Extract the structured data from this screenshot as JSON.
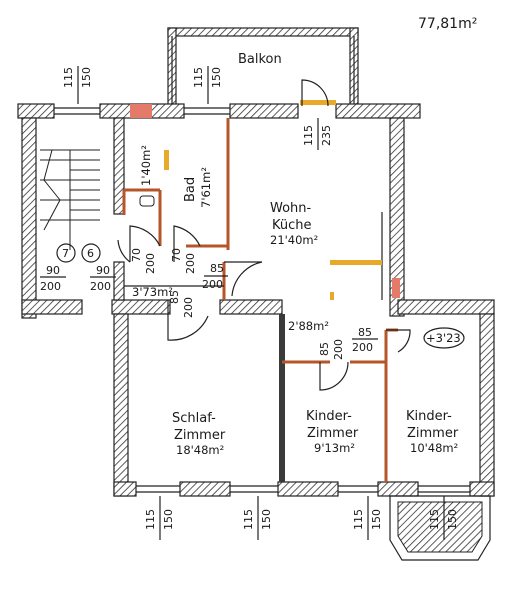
{
  "total_area": "77,81m²",
  "balkon": "Balkon",
  "rooms": {
    "wohn_line1": "Wohn-",
    "wohn_line2": "Küche",
    "wohn_area": "21'40m²",
    "bad": "Bad",
    "bad_area": "7'61m²",
    "bad_small_area": "1'40m²",
    "flur_area": "3'73m²",
    "flur2_area": "2'88m²",
    "schlaf_line1": "Schlaf-",
    "schlaf_line2": "Zimmer",
    "schlaf_area": "18'48m²",
    "kinder1_line1": "Kinder-",
    "kinder1_line2": "Zimmer",
    "kinder1_area": "9'13m²",
    "kinder2_line1": "Kinder-",
    "kinder2_line2": "Zimmer",
    "kinder2_area": "10'48m²",
    "level": "+3'23"
  },
  "stair_numbers": [
    "7",
    "6"
  ],
  "dims": {
    "window_115": "115",
    "window_150": "150",
    "door_235": "235",
    "d90": "90",
    "d200": "200",
    "d70": "70",
    "d85": "85"
  }
}
